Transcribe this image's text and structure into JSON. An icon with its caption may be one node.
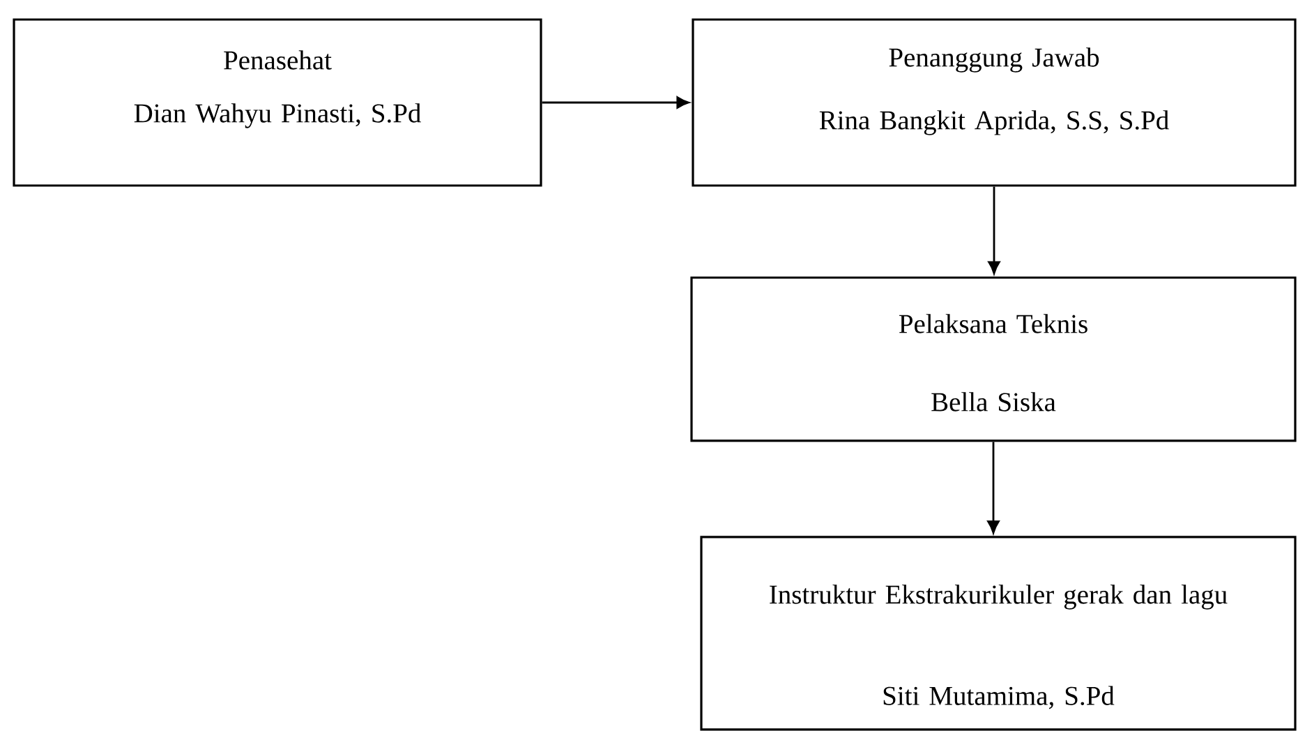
{
  "diagram": {
    "nodes": [
      {
        "text": [
          "Penasehat",
          "Dian Wahyu Pinasti, S.Pd"
        ]
      },
      {
        "text": [
          "Penanggung Jawab",
          "Rina Bangkit Aprida, S.S, S.Pd"
        ]
      },
      {
        "text": [
          "Pelaksana Teknis",
          "Bella Siska"
        ]
      },
      {
        "text": [
          "Instruktur Ekstrakurikuler gerak dan lagu",
          "Siti Mutamima, S.Pd"
        ]
      }
    ],
    "edges": [
      {
        "from": 0,
        "to": 1,
        "arrow": "to"
      },
      {
        "from": 1,
        "to": 2,
        "arrow": "to"
      },
      {
        "from": 2,
        "to": 3,
        "arrow": "to"
      }
    ]
  }
}
